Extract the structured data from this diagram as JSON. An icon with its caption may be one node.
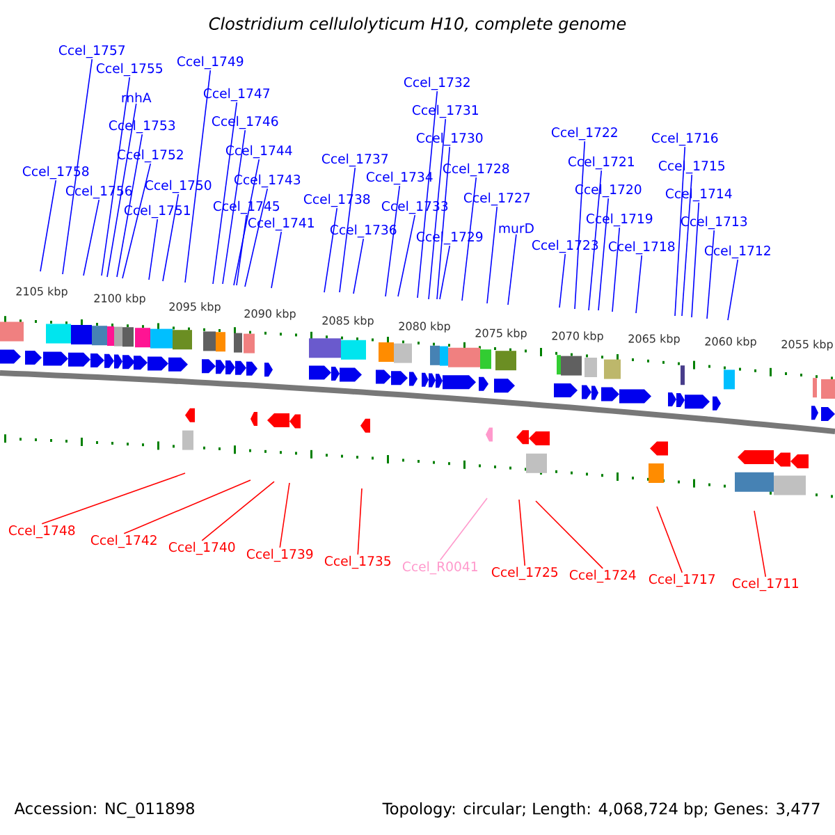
{
  "diagram": {
    "title": "Clostridium cellulolyticum H10, complete genome",
    "nodes": [
      {
        "text": [
          "Ccel_1757"
        ]
      },
      {
        "text": [
          "Ccel_1755"
        ]
      },
      {
        "text": [
          "rnhA"
        ]
      },
      {
        "text": [
          "Ccel_1753"
        ]
      },
      {
        "text": [
          "Ccel_1752"
        ]
      },
      {
        "text": [
          "Ccel_1758"
        ]
      },
      {
        "text": [
          "Ccel_1756"
        ]
      },
      {
        "text": [
          "Ccel_1750"
        ]
      },
      {
        "text": [
          "Ccel_1751"
        ]
      },
      {
        "text": [
          "Ccel_1749"
        ]
      },
      {
        "text": [
          "Ccel_1747"
        ]
      },
      {
        "text": [
          "Ccel_1746"
        ]
      },
      {
        "text": [
          "Ccel_1744"
        ]
      },
      {
        "text": [
          "Ccel_1743"
        ]
      },
      {
        "text": [
          "Ccel_1745"
        ]
      },
      {
        "text": [
          "Ccel_1741"
        ]
      },
      {
        "text": [
          "Ccel_1732"
        ]
      },
      {
        "text": [
          "Ccel_1731"
        ]
      },
      {
        "text": [
          "Ccel_1730"
        ]
      },
      {
        "text": [
          "Ccel_1737"
        ]
      },
      {
        "text": [
          "Ccel_1734"
        ]
      },
      {
        "text": [
          "Ccel_1728"
        ]
      },
      {
        "text": [
          "Ccel_1738"
        ]
      },
      {
        "text": [
          "Ccel_1733"
        ]
      },
      {
        "text": [
          "Ccel_1727"
        ]
      },
      {
        "text": [
          "Ccel_1736"
        ]
      },
      {
        "text": [
          "Ccel_1729"
        ]
      },
      {
        "text": [
          "murD"
        ]
      },
      {
        "text": [
          "Ccel_1722"
        ]
      },
      {
        "text": [
          "Ccel_1721"
        ]
      },
      {
        "text": [
          "Ccel_1720"
        ]
      },
      {
        "text": [
          "Ccel_1719"
        ]
      },
      {
        "text": [
          "Ccel_1723"
        ]
      },
      {
        "text": [
          "Ccel_1718"
        ]
      },
      {
        "text": [
          "Ccel_1716"
        ]
      },
      {
        "text": [
          "Ccel_1715"
        ]
      },
      {
        "text": [
          "Ccel_1714"
        ]
      },
      {
        "text": [
          "Ccel_1713"
        ]
      },
      {
        "text": [
          "Ccel_1712"
        ]
      },
      {
        "text": [
          "Ccel_1748"
        ]
      },
      {
        "text": [
          "Ccel_1742"
        ]
      },
      {
        "text": [
          "Ccel_1740"
        ]
      },
      {
        "text": [
          "Ccel_1739"
        ]
      },
      {
        "text": [
          "Ccel_1735"
        ]
      },
      {
        "text": [
          "Ccel_R0041"
        ]
      },
      {
        "text": [
          "Ccel_1725"
        ]
      },
      {
        "text": [
          "Ccel_1724"
        ]
      },
      {
        "text": [
          "Ccel_1717"
        ]
      },
      {
        "text": [
          "Ccel_1711"
        ]
      }
    ],
    "edges": [
      {
        "from": 0,
        "to": null,
        "arrow": "none"
      },
      {
        "from": 1,
        "to": null,
        "arrow": "none"
      },
      {
        "from": 2,
        "to": null,
        "arrow": "none"
      },
      {
        "from": 3,
        "to": null,
        "arrow": "none"
      },
      {
        "from": 4,
        "to": null,
        "arrow": "none"
      },
      {
        "from": 5,
        "to": null,
        "arrow": "none"
      },
      {
        "from": 6,
        "to": null,
        "arrow": "none"
      },
      {
        "from": 7,
        "to": null,
        "arrow": "none"
      },
      {
        "from": 8,
        "to": null,
        "arrow": "none"
      },
      {
        "from": 9,
        "to": null,
        "arrow": "none"
      },
      {
        "from": 10,
        "to": null,
        "arrow": "none"
      },
      {
        "from": 11,
        "to": null,
        "arrow": "none"
      },
      {
        "from": 12,
        "to": null,
        "arrow": "none"
      },
      {
        "from": 13,
        "to": null,
        "arrow": "none"
      },
      {
        "from": 14,
        "to": null,
        "arrow": "none"
      },
      {
        "from": 15,
        "to": null,
        "arrow": "none"
      },
      {
        "from": 16,
        "to": null,
        "arrow": "none"
      },
      {
        "from": 17,
        "to": null,
        "arrow": "none"
      },
      {
        "from": 18,
        "to": null,
        "arrow": "none"
      },
      {
        "from": 19,
        "to": null,
        "arrow": "none"
      },
      {
        "from": 20,
        "to": null,
        "arrow": "none"
      },
      {
        "from": 21,
        "to": null,
        "arrow": "none"
      },
      {
        "from": 22,
        "to": null,
        "arrow": "none"
      },
      {
        "from": 23,
        "to": null,
        "arrow": "none"
      },
      {
        "from": 24,
        "to": null,
        "arrow": "none"
      },
      {
        "from": 25,
        "to": null,
        "arrow": "none"
      },
      {
        "from": 26,
        "to": null,
        "arrow": "none"
      },
      {
        "from": 27,
        "to": null,
        "arrow": "none"
      },
      {
        "from": 28,
        "to": null,
        "arrow": "none"
      },
      {
        "from": 29,
        "to": null,
        "arrow": "none"
      },
      {
        "from": 30,
        "to": null,
        "arrow": "none"
      },
      {
        "from": 31,
        "to": null,
        "arrow": "none"
      },
      {
        "from": 32,
        "to": null,
        "arrow": "none"
      },
      {
        "from": 33,
        "to": null,
        "arrow": "none"
      },
      {
        "from": 34,
        "to": null,
        "arrow": "none"
      },
      {
        "from": 35,
        "to": null,
        "arrow": "none"
      },
      {
        "from": 36,
        "to": null,
        "arrow": "none"
      },
      {
        "from": 37,
        "to": null,
        "arrow": "none"
      },
      {
        "from": 38,
        "to": null,
        "arrow": "none"
      },
      {
        "from": 39,
        "to": null,
        "arrow": "none",
        "color": "#ff0000"
      },
      {
        "from": 40,
        "to": null,
        "arrow": "none",
        "color": "#ff0000"
      },
      {
        "from": 41,
        "to": null,
        "arrow": "none",
        "color": "#ff0000"
      },
      {
        "from": 42,
        "to": null,
        "arrow": "none",
        "color": "#ff0000"
      },
      {
        "from": 43,
        "to": null,
        "arrow": "none",
        "color": "#ff0000"
      },
      {
        "from": 44,
        "to": null,
        "arrow": "none",
        "color": "#ff99cc"
      },
      {
        "from": 45,
        "to": null,
        "arrow": "none",
        "color": "#ff0000"
      },
      {
        "from": 46,
        "to": null,
        "arrow": "none",
        "color": "#ff0000"
      },
      {
        "from": 47,
        "to": null,
        "arrow": "none",
        "color": "#ff0000"
      },
      {
        "from": 48,
        "to": null,
        "arrow": "none",
        "color": "#ff0000"
      }
    ],
    "labels": [
      "2105 kbp",
      "2100 kbp",
      "2095 kbp",
      "2090 kbp",
      "2085 kbp",
      "2080 kbp",
      "2075 kbp",
      "2070 kbp",
      "2065 kbp",
      "2060 kbp",
      "2055 kbp",
      "Accession: NC_011898",
      "Topology: circular; Length: 4,068,724 bp; Genes: 3,477"
    ]
  }
}
